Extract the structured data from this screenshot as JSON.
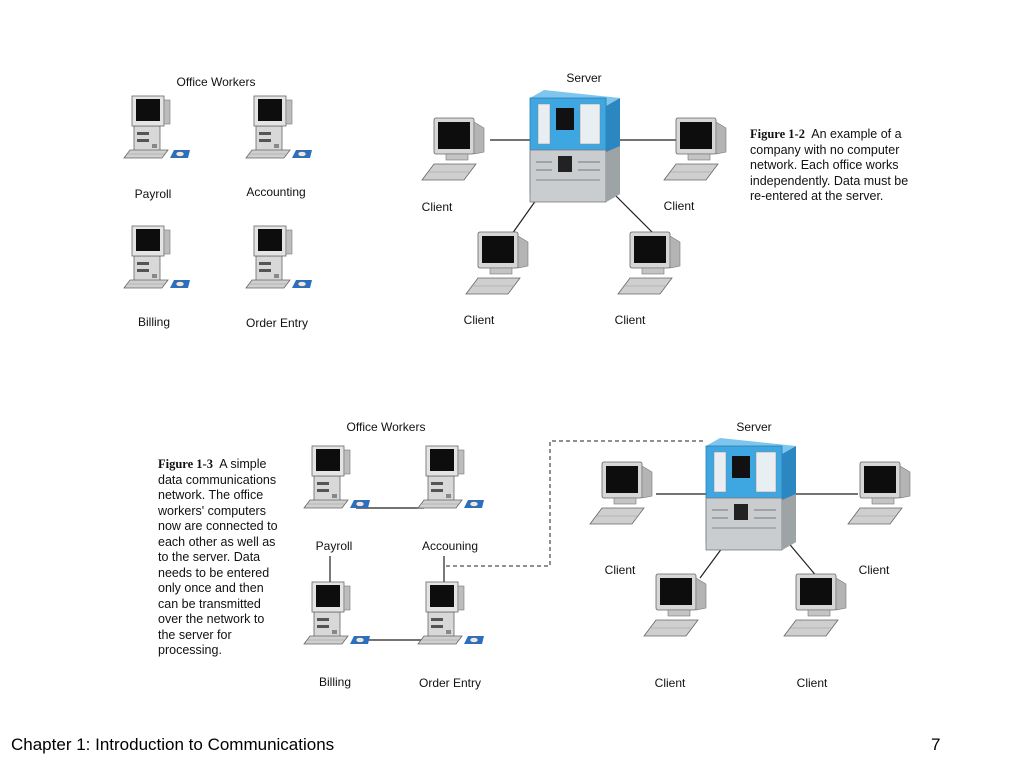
{
  "figure_1_2": {
    "group_title": "Office Workers",
    "workstations": [
      "Payroll",
      "Accounting",
      "Billing",
      "Order Entry"
    ],
    "server_label": "Server",
    "clients": [
      "Client",
      "Client",
      "Client",
      "Client"
    ],
    "caption_label": "Figure 1-2",
    "caption_text": "An example of a company with no computer network. Each office works independently. Data must be re-entered at the server."
  },
  "figure_1_3": {
    "group_title": "Office Workers",
    "workstations": [
      "Payroll",
      "Accouning",
      "Billing",
      "Order Entry"
    ],
    "server_label": "Server",
    "clients": [
      "Client",
      "Client",
      "Client",
      "Client"
    ],
    "caption_label": "Figure 1-3",
    "caption_text": "A simple data communications network. The office workers' computers now are connected to each other as well as to the server. Data needs to be entered only once and then can be transmitted over the network to the server for processing."
  },
  "footer": {
    "chapter": "Chapter 1:  Introduction to Communications",
    "page": "7"
  }
}
